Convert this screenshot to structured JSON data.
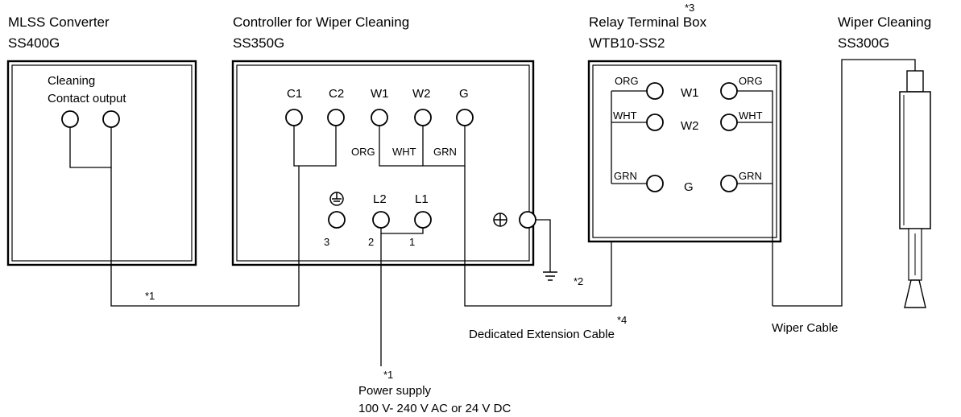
{
  "devices": {
    "converter": {
      "title": "MLSS Converter",
      "model": "SS400G",
      "contact_line1": "Cleaning",
      "contact_line2": "Contact output"
    },
    "controller": {
      "title": "Controller for Wiper Cleaning",
      "model": "SS350G",
      "terminals": [
        "C1",
        "C2",
        "W1",
        "W2",
        "G"
      ],
      "wire_colors": [
        "ORG",
        "WHT",
        "GRN"
      ],
      "power_terminals": [
        "L2",
        "L1"
      ],
      "power_numbers": [
        "3",
        "2",
        "1"
      ]
    },
    "relay_box": {
      "title": "Relay Terminal Box",
      "note_mark": "*3",
      "model": "WTB10-SS2",
      "terminals": [
        "W1",
        "W2",
        "G"
      ],
      "left_colors": [
        "ORG",
        "WHT",
        "GRN"
      ],
      "right_colors": [
        "ORG",
        "WHT",
        "GRN"
      ]
    },
    "wiper": {
      "title": "Wiper Cleaning",
      "model": "SS300G"
    }
  },
  "notes": {
    "cable1_mark": "*1",
    "ground_mark": "*2",
    "ext_cable_mark": "*4",
    "ext_cable_label": "Dedicated Extension Cable",
    "wiper_cable_label": "Wiper Cable",
    "power_mark": "*1",
    "power_label": "Power supply",
    "power_spec": "100 V- 240 V AC or 24 V DC"
  }
}
